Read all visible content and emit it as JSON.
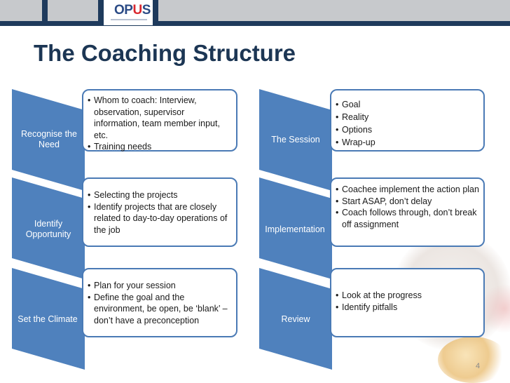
{
  "brand": {
    "logo_main": "OP",
    "logo_accent": "U",
    "logo_end": "S"
  },
  "slide": {
    "title": "The Coaching Structure",
    "page_number": "4"
  },
  "columns": [
    {
      "rows": [
        {
          "label": "Recognise the Need",
          "bullets": [
            "Whom to coach: Interview, observation, supervisor information, team member input, etc.",
            "Training needs"
          ]
        },
        {
          "label": "Identify Opportunity",
          "bullets": [
            "Selecting the projects",
            "Identify projects that are closely related to day-to-day operations of the job"
          ]
        },
        {
          "label": "Set the Climate",
          "bullets": [
            "Plan for your session",
            "Define the goal and the environment, be open, be ‘blank’ – don’t have a preconception"
          ]
        }
      ]
    },
    {
      "rows": [
        {
          "label": "The Session",
          "bullets": [
            "Goal",
            "Reality",
            "Options",
            "Wrap-up"
          ]
        },
        {
          "label": "Implementation",
          "bullets": [
            "Coachee implement the action plan",
            "Start ASAP, don’t delay",
            "Coach follows through, don’t break off assignment"
          ]
        },
        {
          "label": "Review",
          "bullets": [
            "Look at the progress",
            "Identify pitfalls"
          ]
        }
      ]
    }
  ],
  "colors": {
    "chevron": "#4f81bd",
    "box_border": "#4a7ab5",
    "header_bar": "#1e3a5c",
    "title": "#1c3654"
  }
}
